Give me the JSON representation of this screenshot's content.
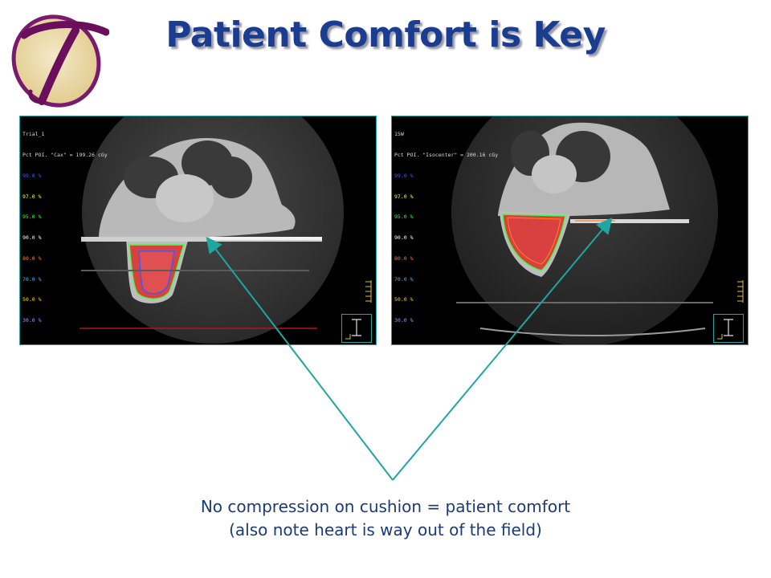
{
  "slide": {
    "title": "Patient Comfort is Key",
    "caption": [
      "No compression on cushion = patient comfort",
      "(also note heart is way out of the field)"
    ]
  },
  "panels": [
    {
      "header_line1": "Trial_1",
      "header_line2": "Pct POI. \"Cax\" = 199.26 cGy",
      "isodose": [
        {
          "label": "99.0 %",
          "color": "#3a5cff"
        },
        {
          "label": "97.0 %",
          "color": "#ffff40"
        },
        {
          "label": "95.0 %",
          "color": "#40ff40"
        },
        {
          "label": "90.0 %",
          "color": "#ffffff"
        },
        {
          "label": "80.0 %",
          "color": "#ff7f2a"
        },
        {
          "label": "70.0 %",
          "color": "#3fbfff"
        },
        {
          "label": "50.0 %",
          "color": "#ffd700"
        },
        {
          "label": "30.0 %",
          "color": "#9b9bff"
        }
      ]
    },
    {
      "header_line1": "15W",
      "header_line2": "Pct POI. \"Isocenter\" = 200.16 cGy",
      "isodose": [
        {
          "label": "99.0 %",
          "color": "#3a5cff"
        },
        {
          "label": "97.0 %",
          "color": "#ffff40"
        },
        {
          "label": "95.0 %",
          "color": "#40ff40"
        },
        {
          "label": "90.0 %",
          "color": "#ffffff"
        },
        {
          "label": "80.0 %",
          "color": "#ff7f2a"
        },
        {
          "label": "70.0 %",
          "color": "#3fbfff"
        },
        {
          "label": "50.0 %",
          "color": "#ffd700"
        },
        {
          "label": "30.0 %",
          "color": "#9b9bff"
        }
      ]
    }
  ],
  "colors": {
    "title": "#1a3d8f",
    "caption": "#1b3a78",
    "arrow": "#1fa6a0",
    "logo": "#8a1a78",
    "dose_fill": "#d94040"
  }
}
